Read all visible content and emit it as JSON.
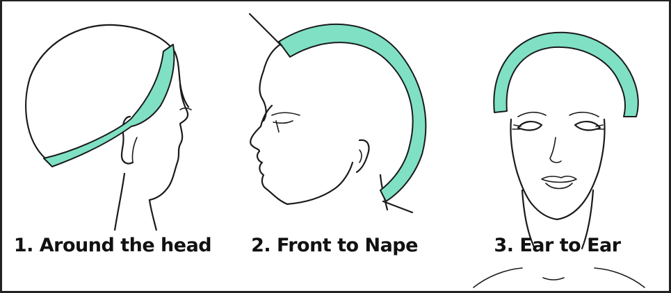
{
  "band_color": "#7fe0c4",
  "panels": [
    {
      "caption": "1. Around the head"
    },
    {
      "caption": "2. Front to Nape"
    },
    {
      "caption": "3. Ear to Ear"
    }
  ]
}
